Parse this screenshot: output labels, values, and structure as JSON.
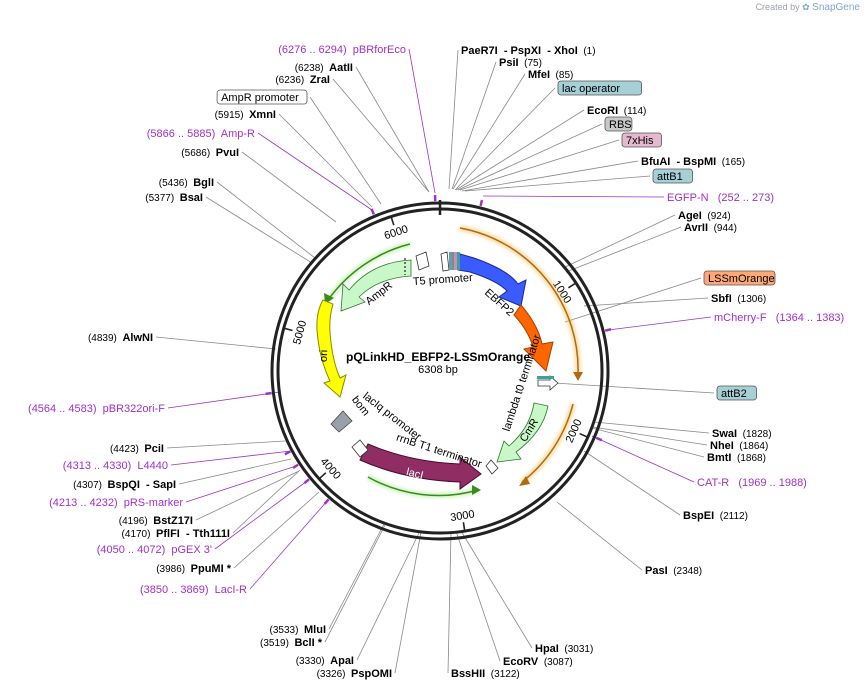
{
  "credit": {
    "prefix": "Created by",
    "brand": "SnapGene"
  },
  "plasmid": {
    "name": "pQLinkHD_EBFP2-LSSmOrange",
    "size_label": "6308 bp",
    "length": 6308
  },
  "ticks": [
    "1000",
    "2000",
    "3000",
    "4000",
    "5000",
    "6000"
  ],
  "features": [
    {
      "name": "EBFP2",
      "label": "EBFP2",
      "color": "#3a5bff"
    },
    {
      "name": "LSSmOrange",
      "label": "",
      "color": "#ff6600"
    },
    {
      "name": "lambda-t0-terminator",
      "label": "lambda t0 terminator",
      "color": "#ffffff"
    },
    {
      "name": "CmR",
      "label": "CmR",
      "color": "#c8f7c8"
    },
    {
      "name": "lacI",
      "label": "lacI",
      "color": "#902d62"
    },
    {
      "name": "rrnB-T1-terminator",
      "label": "rrnB T1 terminator",
      "color": "#ffffff"
    },
    {
      "name": "lacIq-promoter",
      "label": "lacIq promoter",
      "color": "#ffffff"
    },
    {
      "name": "bom",
      "label": "bom",
      "color": "#9aa0aa"
    },
    {
      "name": "ori",
      "label": "ori",
      "color": "#ffff00"
    },
    {
      "name": "AmpR",
      "label": "AmpR",
      "color": "#c8f7c8"
    },
    {
      "name": "AmpR-promoter",
      "label": "",
      "color": "#ffffff"
    },
    {
      "name": "T5-promoter",
      "label": "T5 promoter",
      "color": "#ffffff"
    }
  ],
  "labels": [
    {
      "id": "parts-paer7i",
      "kind": "site",
      "parts": [
        [
          "PaeR7I",
          "b"
        ],
        [
          "  - PspXI",
          "b"
        ],
        [
          "  - XhoI",
          "b"
        ],
        [
          "  (1)",
          "p"
        ]
      ]
    },
    {
      "id": "psii",
      "kind": "site",
      "parts": [
        [
          "PsiI",
          "b"
        ],
        [
          "  (75)",
          "p"
        ]
      ]
    },
    {
      "id": "mfei",
      "kind": "site",
      "parts": [
        [
          "MfeI",
          "b"
        ],
        [
          "  (85)",
          "p"
        ]
      ]
    },
    {
      "id": "lac-operator",
      "kind": "box",
      "text": "lac operator",
      "fill": "#a6cfd6"
    },
    {
      "id": "ecori",
      "kind": "site",
      "parts": [
        [
          "EcoRI",
          "b"
        ],
        [
          "  (114)",
          "p"
        ]
      ]
    },
    {
      "id": "rbs",
      "kind": "box",
      "text": "RBS",
      "fill": "#c8c8c8"
    },
    {
      "id": "his7",
      "kind": "box",
      "text": "7xHis",
      "fill": "#e6b8cf"
    },
    {
      "id": "bfuai",
      "kind": "site",
      "parts": [
        [
          "BfuAI",
          "b"
        ],
        [
          "  - BspMI",
          "b"
        ],
        [
          "  (165)",
          "p"
        ]
      ]
    },
    {
      "id": "attb1",
      "kind": "box",
      "text": "attB1",
      "fill": "#a6cfd6"
    },
    {
      "id": "egfp-n",
      "kind": "primer",
      "text": "EGFP-N   (252 .. 273)"
    },
    {
      "id": "agei",
      "kind": "site",
      "parts": [
        [
          "AgeI",
          "b"
        ],
        [
          "  (924)",
          "p"
        ]
      ]
    },
    {
      "id": "avrii",
      "kind": "site",
      "parts": [
        [
          "AvrII",
          "b"
        ],
        [
          "  (944)",
          "p"
        ]
      ]
    },
    {
      "id": "lssmorange-box",
      "kind": "box",
      "text": "LSSmOrange",
      "fill": "#ffa877"
    },
    {
      "id": "sbfi",
      "kind": "site",
      "parts": [
        [
          "SbfI",
          "b"
        ],
        [
          "  (1306)",
          "p"
        ]
      ]
    },
    {
      "id": "mcherry-f",
      "kind": "primer",
      "text": "mCherry-F   (1364 .. 1383)"
    },
    {
      "id": "attb2",
      "kind": "box",
      "text": "attB2",
      "fill": "#a6cfd6"
    },
    {
      "id": "swai",
      "kind": "site",
      "parts": [
        [
          "SwaI",
          "b"
        ],
        [
          "  (1828)",
          "p"
        ]
      ]
    },
    {
      "id": "nhei",
      "kind": "site",
      "parts": [
        [
          "NheI",
          "b"
        ],
        [
          "  (1864)",
          "p"
        ]
      ]
    },
    {
      "id": "bmti",
      "kind": "site",
      "parts": [
        [
          "BmtI",
          "b"
        ],
        [
          "  (1868)",
          "p"
        ]
      ]
    },
    {
      "id": "cat-r",
      "kind": "primer",
      "text": "CAT-R   (1969 .. 1988)"
    },
    {
      "id": "bspei",
      "kind": "site",
      "parts": [
        [
          "BspEI",
          "b"
        ],
        [
          "  (2112)",
          "p"
        ]
      ]
    },
    {
      "id": "pasi",
      "kind": "site",
      "parts": [
        [
          "PasI",
          "b"
        ],
        [
          "  (2348)",
          "p"
        ]
      ]
    },
    {
      "id": "hpai",
      "kind": "site",
      "parts": [
        [
          "HpaI",
          "b"
        ],
        [
          "  (3031)",
          "p"
        ]
      ]
    },
    {
      "id": "ecorv",
      "kind": "site",
      "parts": [
        [
          "EcoRV",
          "b"
        ],
        [
          "  (3087)",
          "p"
        ]
      ]
    },
    {
      "id": "bsshii",
      "kind": "site",
      "parts": [
        [
          "BssHII",
          "b"
        ],
        [
          "  (3122)",
          "p"
        ]
      ]
    },
    {
      "id": "apai",
      "kind": "site",
      "parts": [
        [
          "(3330)  ",
          "p"
        ],
        [
          "ApaI",
          "b"
        ]
      ]
    },
    {
      "id": "pspomi",
      "kind": "site",
      "parts": [
        [
          "(3326)  ",
          "p"
        ],
        [
          "PspOMI",
          "b"
        ]
      ]
    },
    {
      "id": "mlui",
      "kind": "site",
      "parts": [
        [
          "(3533)  ",
          "p"
        ],
        [
          "MluI",
          "b"
        ]
      ]
    },
    {
      "id": "bcli",
      "kind": "site",
      "parts": [
        [
          "(3519)  ",
          "p"
        ],
        [
          "BclI *",
          "b"
        ]
      ]
    },
    {
      "id": "laci-r",
      "kind": "primer",
      "text": "(3850 .. 3869)  LacI-R"
    },
    {
      "id": "ppumi",
      "kind": "site",
      "parts": [
        [
          "(3986)  ",
          "p"
        ],
        [
          "PpuMI *",
          "b"
        ]
      ]
    },
    {
      "id": "pgex3",
      "kind": "primer",
      "text": "(4050 .. 4072)  pGEX 3'"
    },
    {
      "id": "bstz17i",
      "kind": "site",
      "parts": [
        [
          "(4196)  ",
          "p"
        ],
        [
          "BstZ17I",
          "b"
        ]
      ]
    },
    {
      "id": "pflfi",
      "kind": "site",
      "parts": [
        [
          "(4170)  ",
          "p"
        ],
        [
          "PflFI",
          "b"
        ],
        [
          "  - Tth111I",
          "b"
        ]
      ]
    },
    {
      "id": "prs-marker",
      "kind": "primer",
      "text": "(4213 .. 4232)  pRS-marker"
    },
    {
      "id": "bspqi",
      "kind": "site",
      "parts": [
        [
          "(4307)  ",
          "p"
        ],
        [
          "BspQI",
          "b"
        ],
        [
          "  - SapI",
          "b"
        ]
      ]
    },
    {
      "id": "l4440",
      "kind": "primer",
      "text": "(4313 .. 4330)  L4440"
    },
    {
      "id": "pcii",
      "kind": "site",
      "parts": [
        [
          "(4423)  ",
          "p"
        ],
        [
          "PciI",
          "b"
        ]
      ]
    },
    {
      "id": "pbr322ori-f",
      "kind": "primer",
      "text": "(4564 .. 4583)  pBR322ori-F"
    },
    {
      "id": "alwni",
      "kind": "site",
      "parts": [
        [
          "(4839)  ",
          "p"
        ],
        [
          "AlwNI",
          "b"
        ]
      ]
    },
    {
      "id": "bsai",
      "kind": "site",
      "parts": [
        [
          "(5377)  ",
          "p"
        ],
        [
          "BsaI",
          "b"
        ]
      ]
    },
    {
      "id": "bgli",
      "kind": "site",
      "parts": [
        [
          "(5436)  ",
          "p"
        ],
        [
          "BglI",
          "b"
        ]
      ]
    },
    {
      "id": "pvui",
      "kind": "site",
      "parts": [
        [
          "(5686)  ",
          "p"
        ],
        [
          "PvuI",
          "b"
        ]
      ]
    },
    {
      "id": "amp-r",
      "kind": "primer",
      "text": "(5866 .. 5885)  Amp-R"
    },
    {
      "id": "xmni",
      "kind": "site",
      "parts": [
        [
          "(5915)  ",
          "p"
        ],
        [
          "XmnI",
          "b"
        ]
      ]
    },
    {
      "id": "ampr-promoter-box",
      "kind": "box",
      "text": "AmpR promoter",
      "fill": "#ffffff"
    },
    {
      "id": "zrai",
      "kind": "site",
      "parts": [
        [
          "(6236)  ",
          "p"
        ],
        [
          "ZraI",
          "b"
        ]
      ]
    },
    {
      "id": "aatii",
      "kind": "site",
      "parts": [
        [
          "(6238)  ",
          "p"
        ],
        [
          "AatII",
          "b"
        ]
      ]
    },
    {
      "id": "pbrforeco",
      "kind": "primer",
      "text": "(6276 .. 6294)  pBRforEco"
    }
  ]
}
